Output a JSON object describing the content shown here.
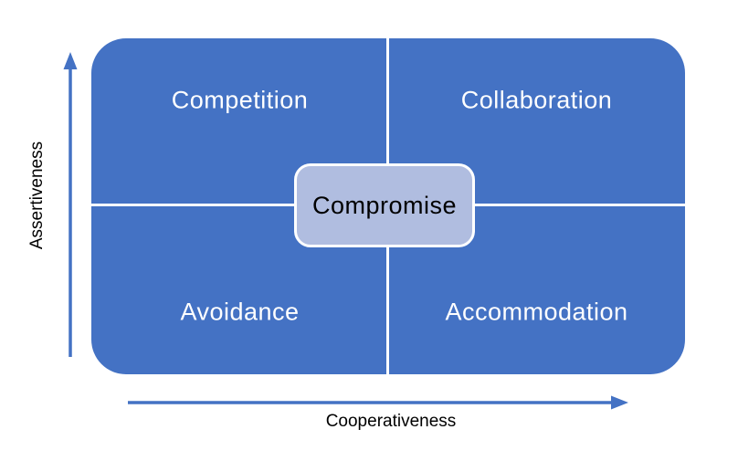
{
  "diagram": {
    "type": "quadrant-matrix",
    "quadrants": [
      {
        "position": "top-left",
        "label": "Competition"
      },
      {
        "position": "top-right",
        "label": "Collaboration"
      },
      {
        "position": "bottom-left",
        "label": "Avoidance"
      },
      {
        "position": "bottom-right",
        "label": "Accommodation"
      }
    ],
    "center": {
      "label": "Compromise"
    },
    "axes": {
      "y": {
        "label": "Assertiveness",
        "direction": "up"
      },
      "x": {
        "label": "Cooperativeness",
        "direction": "right"
      }
    },
    "colors": {
      "quadrant_fill": "#4472C4",
      "quadrant_text": "#FFFFFF",
      "divider": "#FFFFFF",
      "center_fill": "#B0BDE0",
      "center_border": "#FFFFFF",
      "center_text": "#000000",
      "arrow": "#4472C4",
      "axis_text": "#000000"
    }
  }
}
